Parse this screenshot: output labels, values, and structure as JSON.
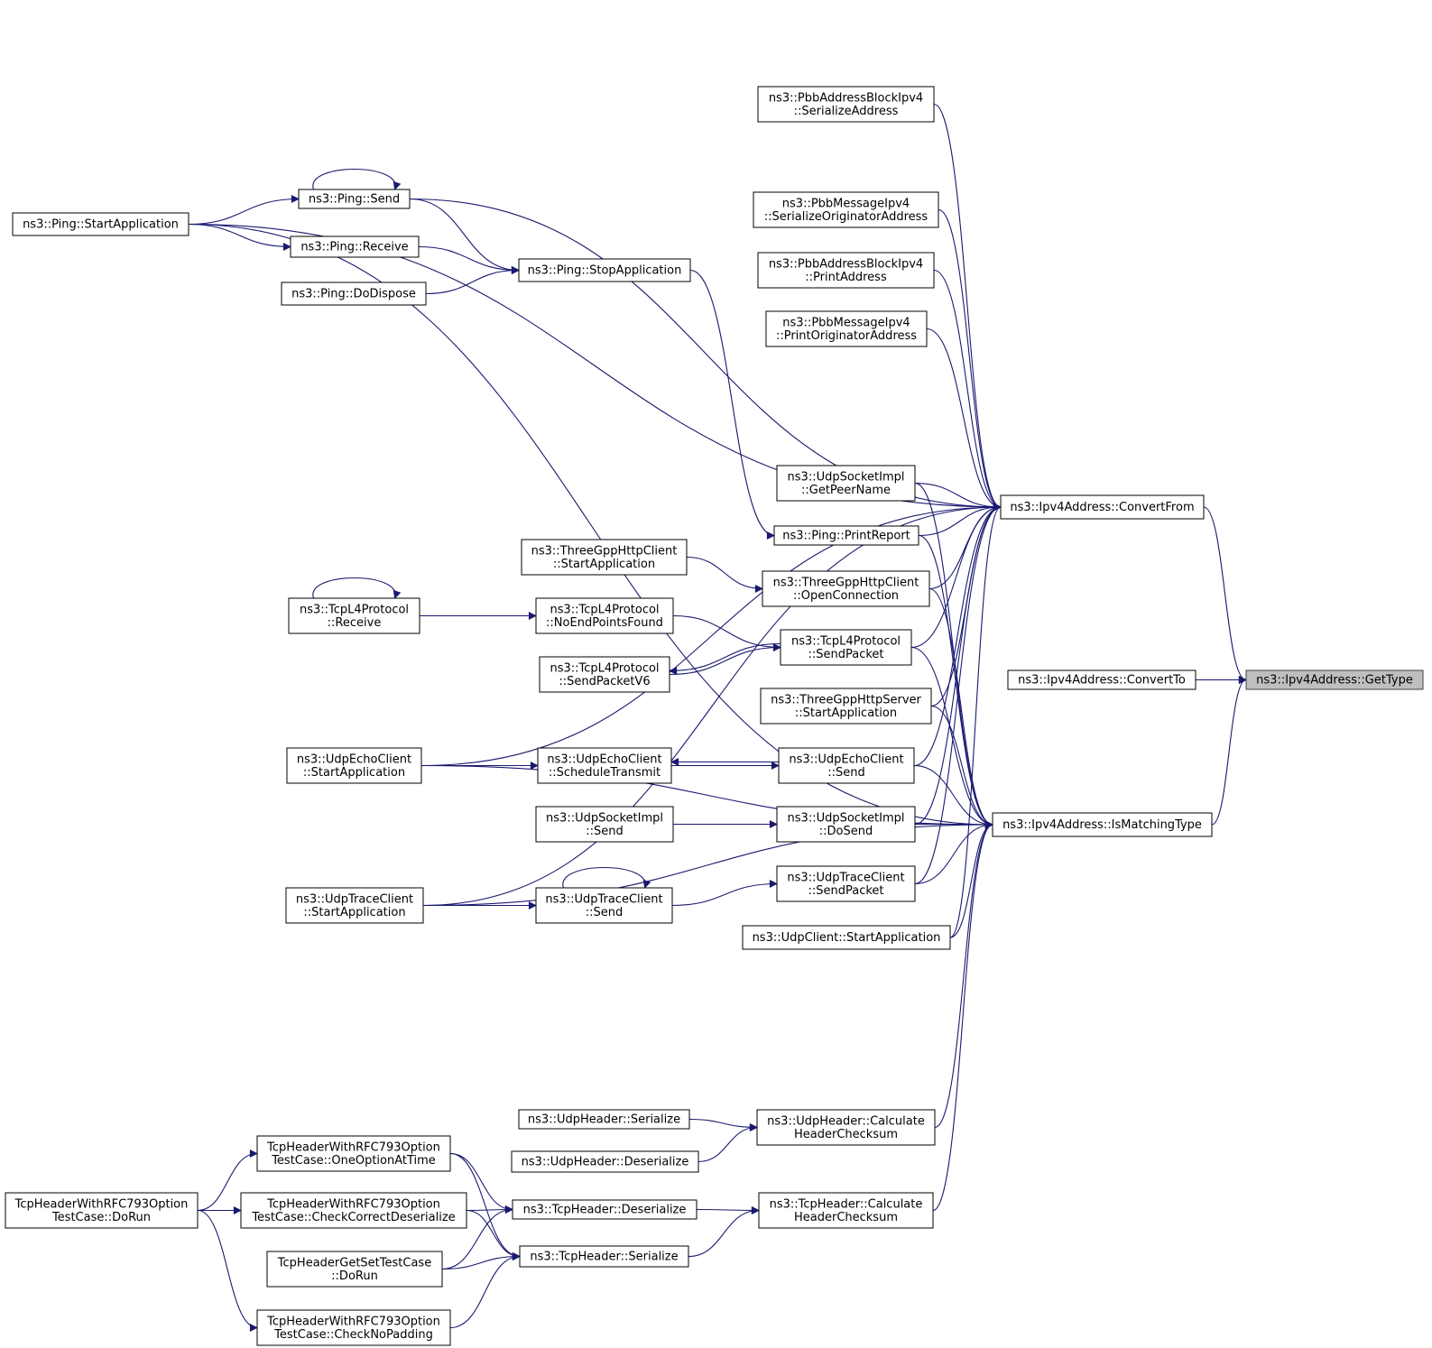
{
  "colors": {
    "edge": "#191970",
    "focus_fill": "#bfbfbf",
    "node_border": "#000000"
  },
  "nodes": [
    {
      "id": "gettype",
      "lines": [
        "ns3::Ipv4Address::GetType"
      ],
      "focus": true
    },
    {
      "id": "convertfrom",
      "lines": [
        "ns3::Ipv4Address::ConvertFrom"
      ]
    },
    {
      "id": "convertto",
      "lines": [
        "ns3::Ipv4Address::ConvertTo"
      ]
    },
    {
      "id": "ismatching",
      "lines": [
        "ns3::Ipv4Address::IsMatchingType"
      ]
    },
    {
      "id": "pbbaddr_ser",
      "lines": [
        "ns3::PbbAddressBlockIpv4",
        "::SerializeAddress"
      ]
    },
    {
      "id": "pbbmsg_ser",
      "lines": [
        "ns3::PbbMessageIpv4",
        "::SerializeOriginatorAddress"
      ]
    },
    {
      "id": "pbbaddr_print",
      "lines": [
        "ns3::PbbAddressBlockIpv4",
        "::PrintAddress"
      ]
    },
    {
      "id": "pbbmsg_print",
      "lines": [
        "ns3::PbbMessageIpv4",
        "::PrintOriginatorAddress"
      ]
    },
    {
      "id": "udpsock_peer",
      "lines": [
        "ns3::UdpSocketImpl",
        "::GetPeerName"
      ]
    },
    {
      "id": "ping_report",
      "lines": [
        "ns3::Ping::PrintReport"
      ]
    },
    {
      "id": "tgpp_open",
      "lines": [
        "ns3::ThreeGppHttpClient",
        "::OpenConnection"
      ]
    },
    {
      "id": "tcpl4_sendpkt",
      "lines": [
        "ns3::TcpL4Protocol",
        "::SendPacket"
      ]
    },
    {
      "id": "tgpp_server",
      "lines": [
        "ns3::ThreeGppHttpServer",
        "::StartApplication"
      ]
    },
    {
      "id": "udpecho_send",
      "lines": [
        "ns3::UdpEchoClient",
        "::Send"
      ]
    },
    {
      "id": "udpsock_dosend",
      "lines": [
        "ns3::UdpSocketImpl",
        "::DoSend"
      ]
    },
    {
      "id": "udptrace_sendpkt",
      "lines": [
        "ns3::UdpTraceClient",
        "::SendPacket"
      ]
    },
    {
      "id": "udpclient_start",
      "lines": [
        "ns3::UdpClient::StartApplication"
      ]
    },
    {
      "id": "udph_calc",
      "lines": [
        "ns3::UdpHeader::Calculate",
        "HeaderChecksum"
      ]
    },
    {
      "id": "tcph_calc",
      "lines": [
        "ns3::TcpHeader::Calculate",
        "HeaderChecksum"
      ]
    },
    {
      "id": "ping_send",
      "lines": [
        "ns3::Ping::Send"
      ]
    },
    {
      "id": "ping_start",
      "lines": [
        "ns3::Ping::StartApplication"
      ]
    },
    {
      "id": "ping_receive",
      "lines": [
        "ns3::Ping::Receive"
      ]
    },
    {
      "id": "ping_stop",
      "lines": [
        "ns3::Ping::StopApplication"
      ]
    },
    {
      "id": "ping_dispose",
      "lines": [
        "ns3::Ping::DoDispose"
      ]
    },
    {
      "id": "tgpp_client_start",
      "lines": [
        "ns3::ThreeGppHttpClient",
        "::StartApplication"
      ]
    },
    {
      "id": "tcpl4_noend",
      "lines": [
        "ns3::TcpL4Protocol",
        "::NoEndPointsFound"
      ]
    },
    {
      "id": "tcpl4_receive",
      "lines": [
        "ns3::TcpL4Protocol",
        "::Receive"
      ]
    },
    {
      "id": "tcpl4_sendv6",
      "lines": [
        "ns3::TcpL4Protocol",
        "::SendPacketV6"
      ]
    },
    {
      "id": "udpecho_sched",
      "lines": [
        "ns3::UdpEchoClient",
        "::ScheduleTransmit"
      ]
    },
    {
      "id": "udpecho_start",
      "lines": [
        "ns3::UdpEchoClient",
        "::StartApplication"
      ]
    },
    {
      "id": "udpsock_send",
      "lines": [
        "ns3::UdpSocketImpl",
        "::Send"
      ]
    },
    {
      "id": "udptrace_send",
      "lines": [
        "ns3::UdpTraceClient",
        "::Send"
      ]
    },
    {
      "id": "udptrace_start",
      "lines": [
        "ns3::UdpTraceClient",
        "::StartApplication"
      ]
    },
    {
      "id": "udph_ser",
      "lines": [
        "ns3::UdpHeader::Serialize"
      ]
    },
    {
      "id": "udph_deser",
      "lines": [
        "ns3::UdpHeader::Deserialize"
      ]
    },
    {
      "id": "tcph_deser",
      "lines": [
        "ns3::TcpHeader::Deserialize"
      ]
    },
    {
      "id": "tcph_ser",
      "lines": [
        "ns3::TcpHeader::Serialize"
      ]
    },
    {
      "id": "tcpopt_one",
      "lines": [
        "TcpHeaderWithRFC793Option",
        "TestCase::OneOptionAtTime"
      ]
    },
    {
      "id": "tcpopt_check",
      "lines": [
        "TcpHeaderWithRFC793Option",
        "TestCase::CheckCorrectDeserialize"
      ]
    },
    {
      "id": "tcpgetset",
      "lines": [
        "TcpHeaderGetSetTestCase",
        "::DoRun"
      ]
    },
    {
      "id": "tcpopt_nopad",
      "lines": [
        "TcpHeaderWithRFC793Option",
        "TestCase::CheckNoPadding"
      ]
    },
    {
      "id": "tcpopt_dorun",
      "lines": [
        "TcpHeaderWithRFC793Option",
        "TestCase::DoRun"
      ]
    }
  ],
  "edges": [
    {
      "from": "convertfrom",
      "to": "gettype"
    },
    {
      "from": "convertto",
      "to": "gettype"
    },
    {
      "from": "ismatching",
      "to": "gettype"
    },
    {
      "from": "pbbaddr_ser",
      "to": "convertfrom"
    },
    {
      "from": "pbbmsg_ser",
      "to": "convertfrom"
    },
    {
      "from": "pbbaddr_print",
      "to": "convertfrom"
    },
    {
      "from": "pbbmsg_print",
      "to": "convertfrom"
    },
    {
      "from": "udpsock_peer",
      "to": "convertfrom"
    },
    {
      "from": "ping_report",
      "to": "convertfrom"
    },
    {
      "from": "tgpp_open",
      "to": "convertfrom"
    },
    {
      "from": "tcpl4_sendpkt",
      "to": "convertfrom"
    },
    {
      "from": "tgpp_server",
      "to": "convertfrom"
    },
    {
      "from": "udpecho_send",
      "to": "convertfrom"
    },
    {
      "from": "udpsock_dosend",
      "to": "convertfrom"
    },
    {
      "from": "udptrace_sendpkt",
      "to": "convertfrom"
    },
    {
      "from": "udpclient_start",
      "to": "convertfrom"
    },
    {
      "from": "ping_send",
      "to": "convertfrom"
    },
    {
      "from": "ping_start",
      "to": "convertfrom"
    },
    {
      "from": "udpecho_start",
      "to": "convertfrom"
    },
    {
      "from": "udptrace_start",
      "to": "convertfrom"
    },
    {
      "from": "udpsock_peer",
      "to": "ismatching"
    },
    {
      "from": "ping_report",
      "to": "ismatching"
    },
    {
      "from": "tgpp_open",
      "to": "ismatching"
    },
    {
      "from": "tcpl4_sendpkt",
      "to": "ismatching"
    },
    {
      "from": "tgpp_server",
      "to": "ismatching"
    },
    {
      "from": "udpecho_send",
      "to": "ismatching"
    },
    {
      "from": "udpsock_dosend",
      "to": "ismatching"
    },
    {
      "from": "udptrace_sendpkt",
      "to": "ismatching"
    },
    {
      "from": "udpclient_start",
      "to": "ismatching"
    },
    {
      "from": "udph_calc",
      "to": "ismatching"
    },
    {
      "from": "tcph_calc",
      "to": "ismatching"
    },
    {
      "from": "ping_start",
      "to": "ismatching"
    },
    {
      "from": "udpecho_start",
      "to": "ismatching"
    },
    {
      "from": "udptrace_start",
      "to": "ismatching"
    },
    {
      "from": "ping_send",
      "to": "ping_send"
    },
    {
      "from": "ping_start",
      "to": "ping_send"
    },
    {
      "from": "ping_start",
      "to": "ping_receive"
    },
    {
      "from": "ping_send",
      "to": "ping_stop"
    },
    {
      "from": "ping_receive",
      "to": "ping_stop"
    },
    {
      "from": "ping_dispose",
      "to": "ping_stop"
    },
    {
      "from": "ping_stop",
      "to": "ping_report"
    },
    {
      "from": "tgpp_client_start",
      "to": "tgpp_open"
    },
    {
      "from": "tcpl4_receive",
      "to": "tcpl4_receive"
    },
    {
      "from": "tcpl4_receive",
      "to": "tcpl4_noend"
    },
    {
      "from": "tcpl4_noend",
      "to": "tcpl4_sendpkt"
    },
    {
      "from": "tcpl4_sendv6",
      "to": "tcpl4_sendpkt"
    },
    {
      "from": "tcpl4_sendpkt",
      "to": "tcpl4_sendv6"
    },
    {
      "from": "udpecho_send",
      "to": "udpecho_sched"
    },
    {
      "from": "udpecho_sched",
      "to": "udpecho_send"
    },
    {
      "from": "udpecho_start",
      "to": "udpecho_sched"
    },
    {
      "from": "udpsock_send",
      "to": "udpsock_dosend"
    },
    {
      "from": "udptrace_send",
      "to": "udptrace_send"
    },
    {
      "from": "udptrace_send",
      "to": "udptrace_sendpkt"
    },
    {
      "from": "udptrace_start",
      "to": "udptrace_send"
    },
    {
      "from": "udph_ser",
      "to": "udph_calc"
    },
    {
      "from": "udph_deser",
      "to": "udph_calc"
    },
    {
      "from": "tcph_deser",
      "to": "tcph_calc"
    },
    {
      "from": "tcph_ser",
      "to": "tcph_calc"
    },
    {
      "from": "tcpopt_one",
      "to": "tcph_deser"
    },
    {
      "from": "tcpopt_one",
      "to": "tcph_ser"
    },
    {
      "from": "tcpopt_check",
      "to": "tcph_deser"
    },
    {
      "from": "tcpopt_check",
      "to": "tcph_ser"
    },
    {
      "from": "tcpgetset",
      "to": "tcph_deser"
    },
    {
      "from": "tcpgetset",
      "to": "tcph_ser"
    },
    {
      "from": "tcpopt_nopad",
      "to": "tcph_ser"
    },
    {
      "from": "tcpopt_dorun",
      "to": "tcpopt_one"
    },
    {
      "from": "tcpopt_dorun",
      "to": "tcpopt_check"
    },
    {
      "from": "tcpopt_dorun",
      "to": "tcpopt_nopad"
    }
  ]
}
